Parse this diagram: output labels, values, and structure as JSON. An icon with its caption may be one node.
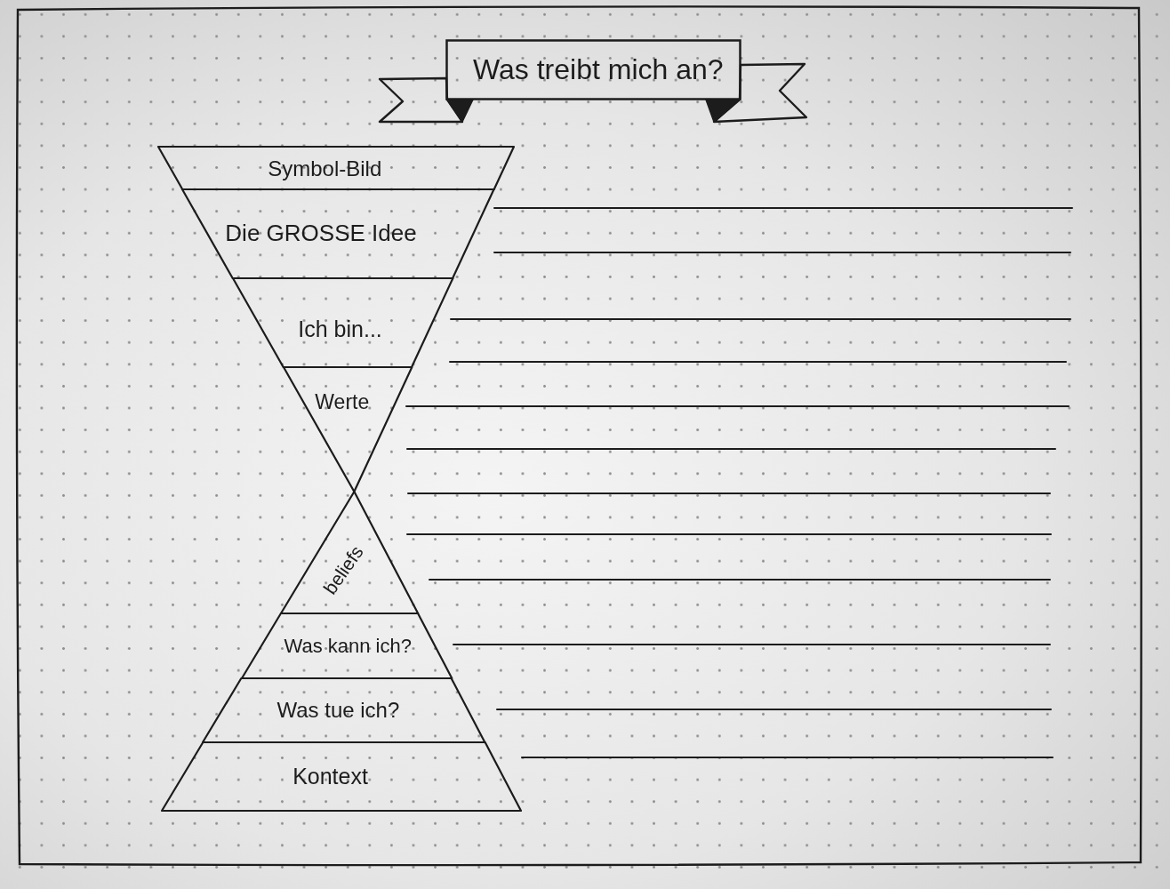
{
  "diagram": {
    "title": "Was treibt mich an?",
    "nodes": [
      {
        "text": [
          "Symbol-Bild"
        ]
      },
      {
        "text": [
          "Die GROSSE Idee"
        ]
      },
      {
        "text": [
          "Ich bin..."
        ]
      },
      {
        "text": [
          "Werte"
        ]
      },
      {
        "text": [
          "beliefs"
        ]
      },
      {
        "text": [
          "Was kann ich?"
        ]
      },
      {
        "text": [
          "Was tue ich?"
        ]
      },
      {
        "text": [
          "Kontext"
        ]
      }
    ]
  }
}
